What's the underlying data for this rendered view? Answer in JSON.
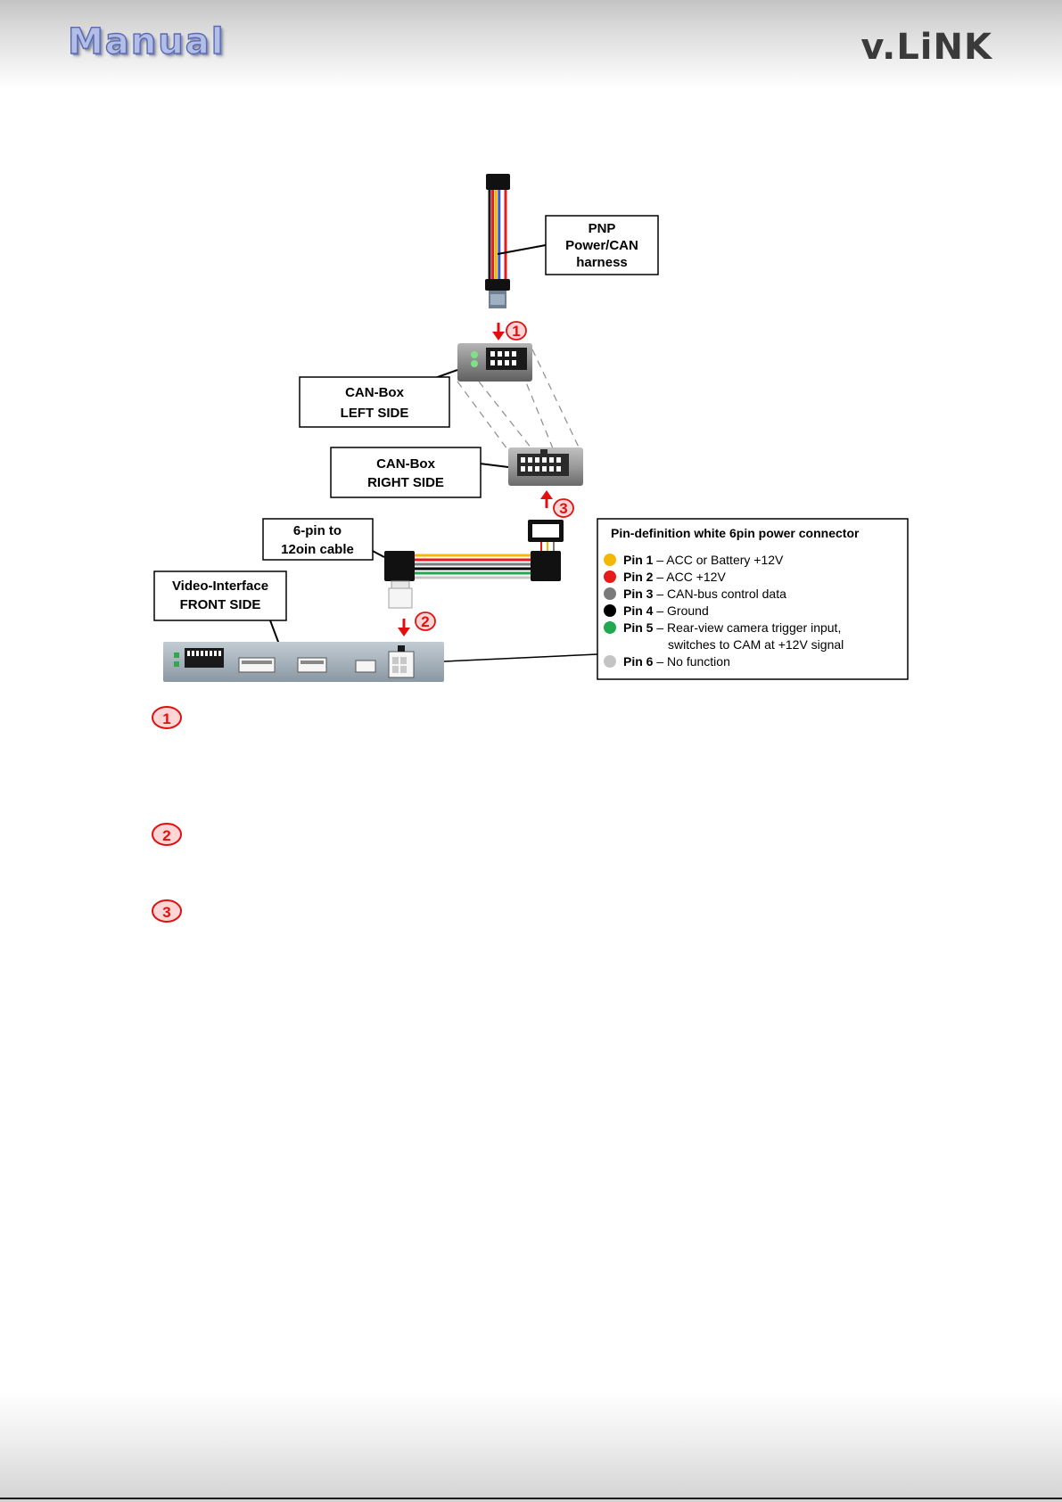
{
  "header": {
    "left_logo": "Manual",
    "right_logo": "v.LiNK"
  },
  "diagram": {
    "labels": {
      "pnp": [
        "PNP",
        "Power/CAN",
        "harness"
      ],
      "canbox_left": [
        "CAN-Box",
        "LEFT SIDE"
      ],
      "canbox_right": [
        "CAN-Box",
        "RIGHT SIDE"
      ],
      "cable": [
        "6-pin to",
        "12oin cable"
      ],
      "video": [
        "Video-Interface",
        "FRONT SIDE"
      ]
    },
    "steps": [
      "1",
      "2",
      "3"
    ],
    "pin_box": {
      "title": "Pin-definition white 6pin power connector",
      "pins": [
        {
          "pin": "Pin 1",
          "desc": " – ACC or Battery +12V",
          "color": "#f5b800"
        },
        {
          "pin": "Pin 2",
          "desc": " – ACC +12V",
          "color": "#e81a1a"
        },
        {
          "pin": "Pin 3",
          "desc": " – CAN-bus control data",
          "color": "#7a7a7a"
        },
        {
          "pin": "Pin 4",
          "desc": " – Ground",
          "color": "#000000"
        },
        {
          "pin": "Pin 5",
          "desc": " – Rear-view camera trigger input,",
          "desc2": "switches to CAM at +12V signal",
          "color": "#1fa84f"
        },
        {
          "pin": "Pin 6",
          "desc": " – No function",
          "color": "#c4c4c4"
        }
      ]
    },
    "wire_colors": {
      "harness": [
        "#1a1a1a",
        "#e81a1a",
        "#f5b800",
        "#3a5ad8",
        "#ffffff",
        "#e81a1a"
      ],
      "cable": [
        "#f5b800",
        "#e81a1a",
        "#7a7a7a",
        "#000000",
        "#1fa84f",
        "#c4c4c4"
      ]
    }
  },
  "legend_steps": [
    "1",
    "2",
    "3"
  ]
}
